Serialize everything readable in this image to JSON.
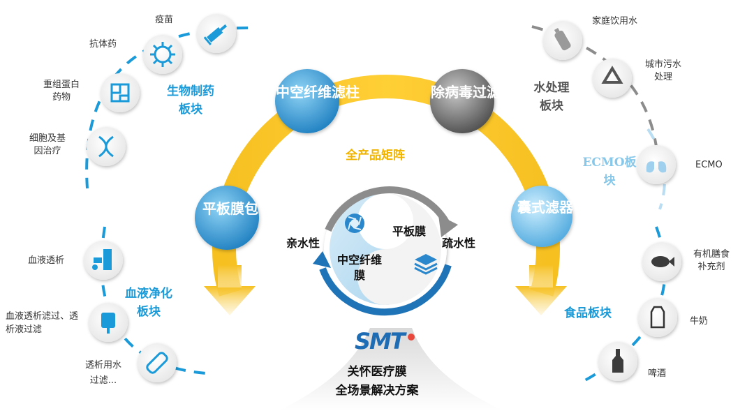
{
  "center": {
    "title": "全产品矩阵",
    "hydrophilic": "亲水性",
    "hydrophobic": "疏水性",
    "flat_membrane": "平板膜",
    "hollow_fiber": "中空纤维膜",
    "logo": "SMT",
    "bottom_line1": "关怀医疗膜",
    "bottom_line2": "全场景解决方案"
  },
  "products": [
    {
      "label": "中空纤维滤柱"
    },
    {
      "label": "除病毒过滤器"
    },
    {
      "label": "囊式滤器"
    },
    {
      "label": "平板膜包"
    }
  ],
  "segments": {
    "bio": {
      "title": "生物制药板块",
      "color": "#1a9ad8",
      "items": [
        {
          "label": "疫苗",
          "icon": "syringe-icon"
        },
        {
          "label": "抗体药",
          "icon": "virus-icon"
        },
        {
          "label": "重组蛋白药物",
          "icon": "protein-icon"
        },
        {
          "label": "细胞及基因治疗",
          "icon": "dna-icon"
        }
      ]
    },
    "water": {
      "title": "水处理板块",
      "color": "#555555",
      "items": [
        {
          "label": "家庭饮用水",
          "icon": "water-bottle-icon"
        },
        {
          "label": "城市污水处理",
          "icon": "recycle-icon"
        }
      ]
    },
    "ecmo": {
      "title": "ECMO板块",
      "color": "#86c7ea",
      "items": [
        {
          "label": "ECMO",
          "icon": "lungs-icon"
        }
      ]
    },
    "blood": {
      "title": "血液净化板块",
      "color": "#1a9ad8",
      "items": [
        {
          "label": "血液透析",
          "icon": "dialysis-machine-icon"
        },
        {
          "label": "血液透析滤过、透析液过滤",
          "icon": "iv-bag-icon"
        },
        {
          "label": "透析用水过滤...",
          "icon": "filter-cartridge-icon"
        }
      ]
    },
    "food": {
      "title": "食品板块",
      "color": "#1a9ad8",
      "items": [
        {
          "label": "有机膳食补充剂",
          "icon": "fish-icon"
        },
        {
          "label": "牛奶",
          "icon": "milk-carton-icon"
        },
        {
          "label": "啤酒",
          "icon": "beer-bottle-icon"
        }
      ]
    }
  }
}
